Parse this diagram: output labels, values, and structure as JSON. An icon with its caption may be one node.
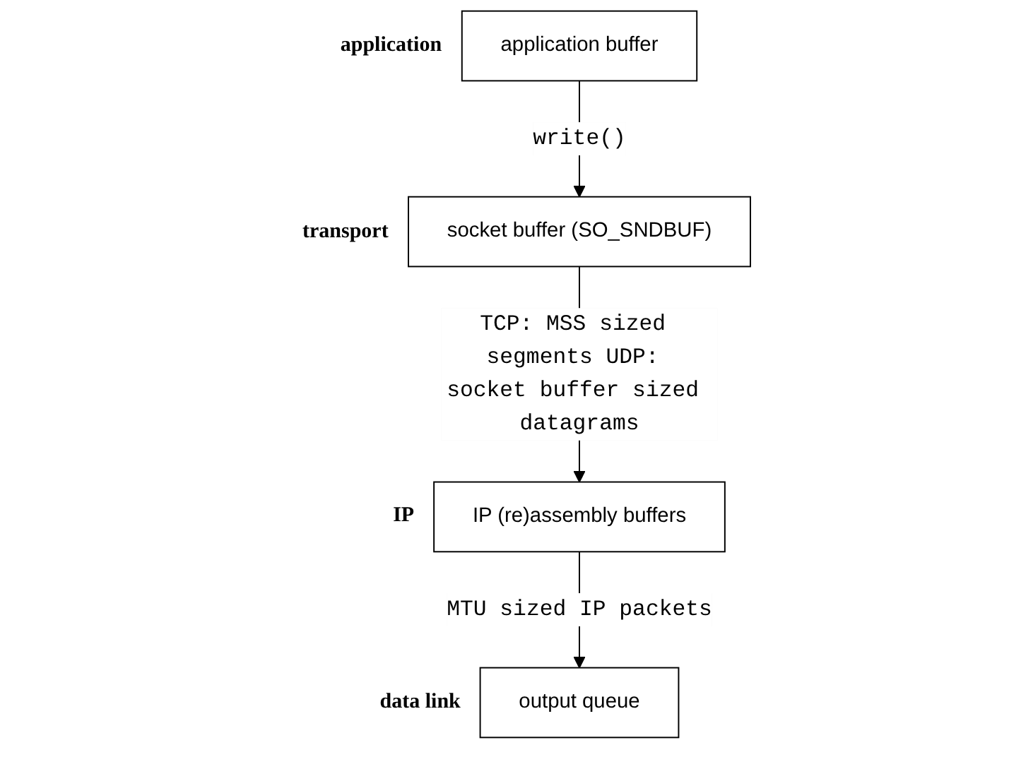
{
  "diagram": {
    "nodes": [
      {
        "text": [
          "application buffer"
        ],
        "beside": [
          "application"
        ]
      },
      {
        "text": [
          "socket buffer (SO_SNDBUF)"
        ],
        "beside": [
          "transport"
        ]
      },
      {
        "text": [
          "IP (re)assembly buffers"
        ],
        "beside": [
          "IP"
        ]
      },
      {
        "text": [
          "output queue"
        ],
        "beside": [
          "data link"
        ]
      }
    ],
    "edges": [
      {
        "from": 0,
        "to": 1,
        "arrow": "to",
        "label": "write()"
      },
      {
        "from": 1,
        "to": 2,
        "arrow": "to",
        "label": "TCP: MSS sized segments UDP: socket buffer sized datagrams"
      },
      {
        "from": 2,
        "to": 3,
        "arrow": "to",
        "label": "MTU sized IP packets"
      }
    ]
  }
}
